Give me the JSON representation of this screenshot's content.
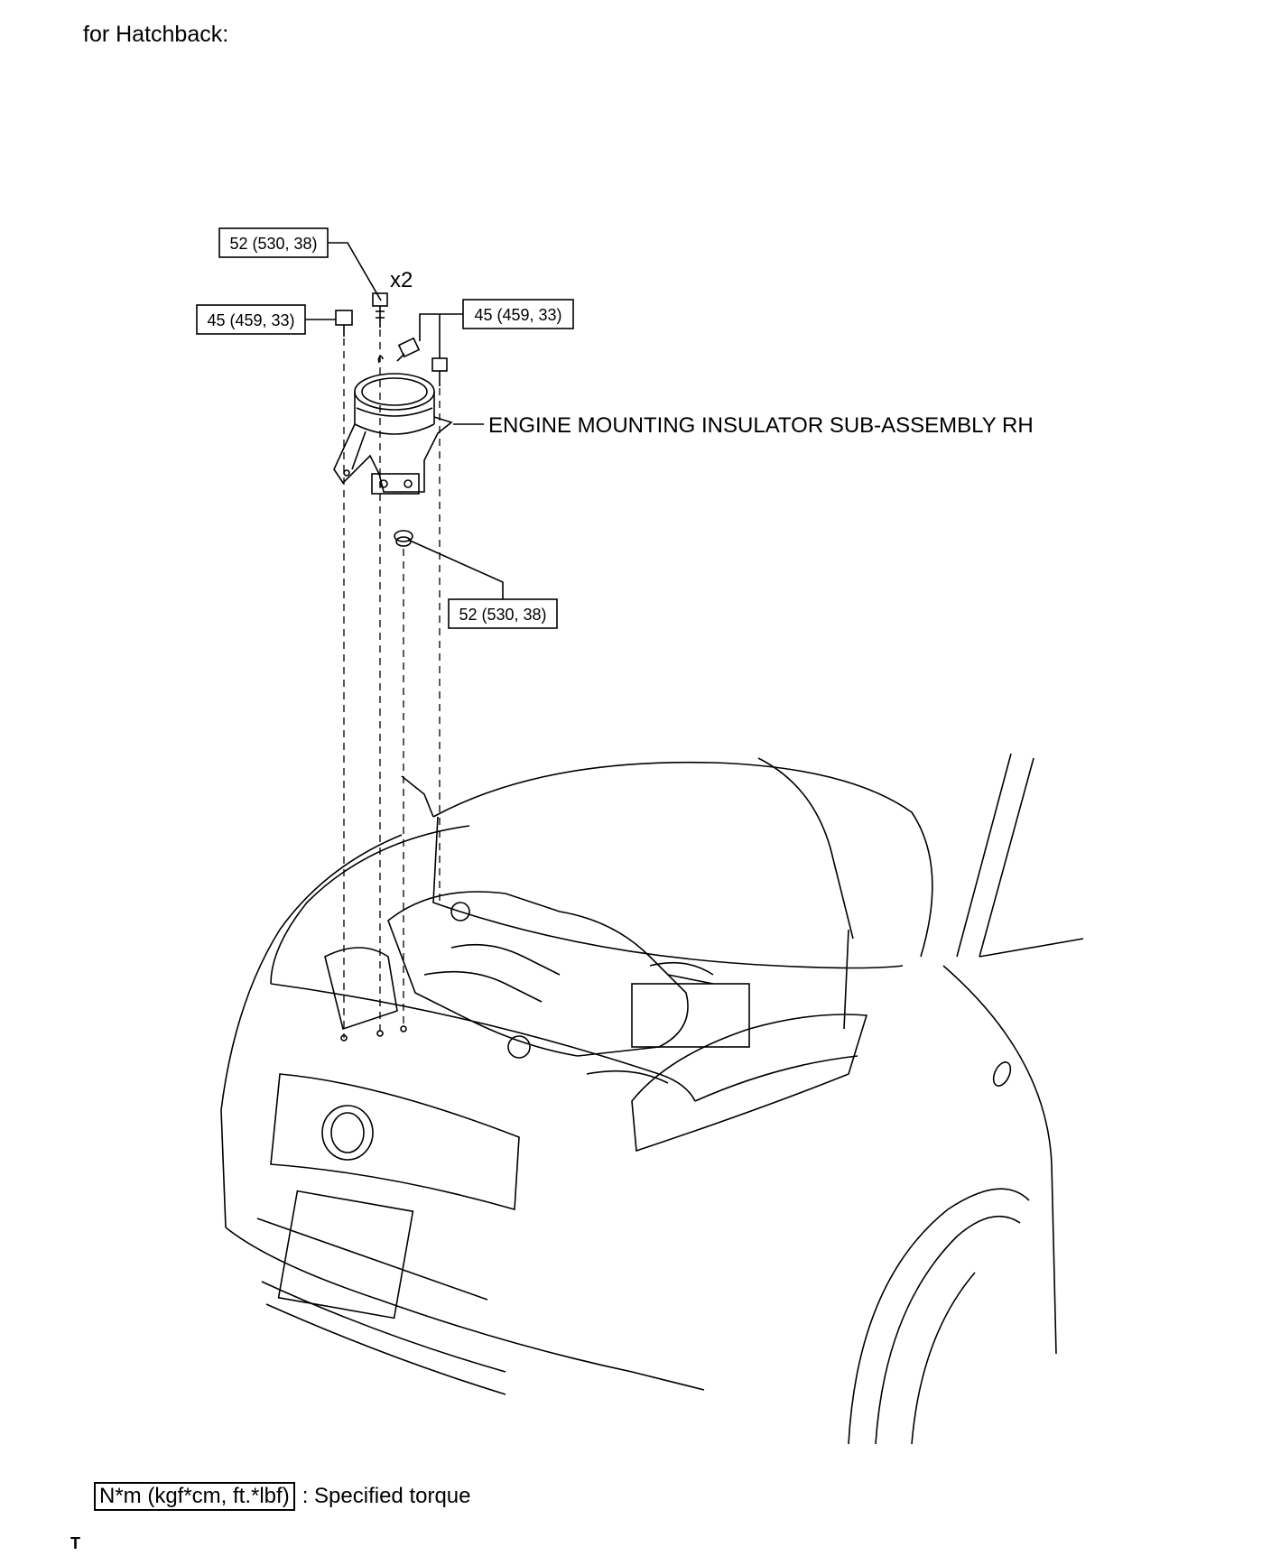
{
  "heading": "for Hatchback:",
  "callouts": {
    "top_bolts": "52 (530, 38)",
    "left_bolt": "45 (459, 33)",
    "right_bolts": "45 (459, 33)",
    "bottom_nut": "52 (530, 38)"
  },
  "quantity": "x2",
  "part_label": "ENGINE MOUNTING INSULATOR SUB-ASSEMBLY RH",
  "legend": {
    "box": "N*m (kgf*cm, ft.*lbf)",
    "text": ": Specified torque"
  },
  "corner_mark": "T"
}
